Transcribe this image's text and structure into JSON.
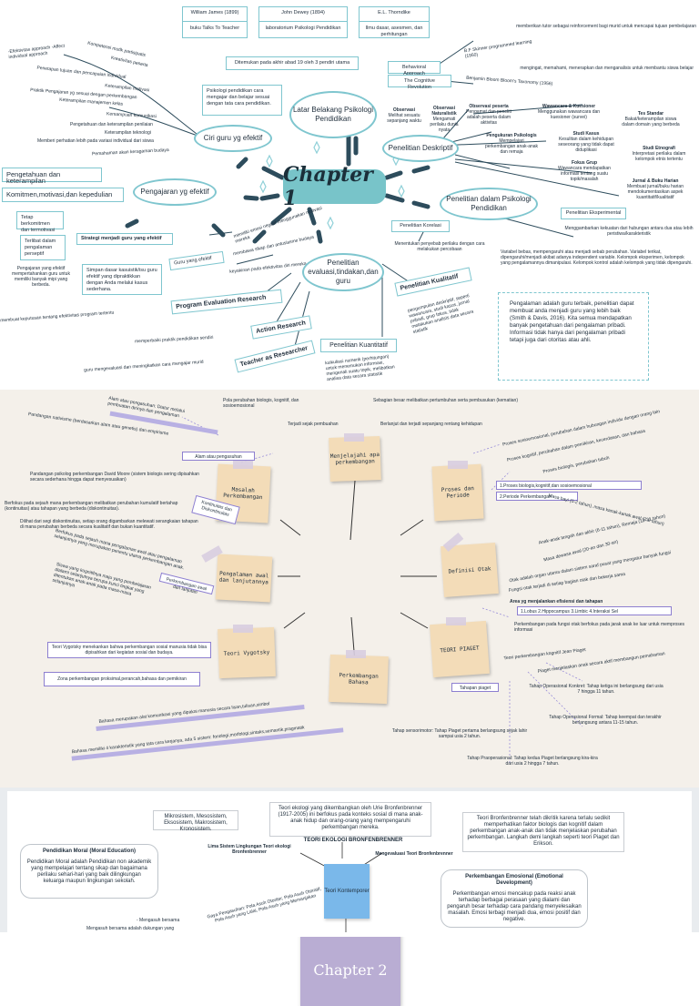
{
  "s1": {
    "chapter": "Chapter 1",
    "top_boxes": [
      {
        "name": "William James (1899)",
        "desc": "buku Talks To Teacher"
      },
      {
        "name": "John Dewey (1894)",
        "desc": "laboratorium Psikologi Pendidikan"
      },
      {
        "name": "E.L. Thorndike",
        "desc": "Ilmu dasar, asesmen, dan perhitungan"
      }
    ],
    "founders_caption": "Ditemukan pada akhir abad 19 oleh 3 pendiri utama",
    "latar": "Latar Belakang Psikologi Pendidikan",
    "psikologi_box": "Psikologi pendidikan cara mengajar dan belajar sesuai dengan tata cara pendidikan.",
    "ciri": "Ciri guru yg efektif",
    "ciri_items": [
      "-Efektivitas approach -Affect individual approach",
      "Kompetensi mutlk partisipatis",
      "Kreativitas peserta",
      "Keterampilan komunikasi",
      "Penetapan tujuan dan pencapaian individual",
      "Keterampilan motivasi",
      "Praktik Pengajaran yg sesuai dengan perkembangan",
      "Keterampilan manajemen kelas",
      "Kemampuan komunikasi",
      "Pengetahuan dan keterampilan penilaian",
      "Keterampilan teknologi",
      "Memberi perhatian lebih pada variasi individual dari siswa",
      "Pemahaman akan keragaman budaya"
    ],
    "behavioral": "Behavioral Approach",
    "cognitive": "The Cognitive Revolution",
    "right_top": [
      "memberikan tutor sebagai reinforcement bagi murid untuk mencapai tujuan pembelajaran",
      "B.F Skinner programmed learning (1950)",
      "mengingat, memahami, menerapkan dan menganalisis untuk membantu siswa belajar",
      "Benjamin Bloom Bloom's Taxonomy (1956)"
    ],
    "penelitian_deskriptif": "Penelitian Deskriptif",
    "observasi": [
      {
        "h": "Observasi",
        "d": "Melihat sesuatu sepanjang waktu"
      },
      {
        "h": "Observasi Naturalistik",
        "d": "Mengamati perilaku dunia nyata"
      },
      {
        "h": "Observasi peserta",
        "d": "Pengamat dan peneliti adalah peserta dalam aktivitas"
      }
    ],
    "wawancara": {
      "h": "Wawancara & Kuesioner",
      "d": "Menggunakan wawancara dan kuesioner (survei)"
    },
    "tes": {
      "h": "Tes Standar",
      "d": "Bakat/keterampilan siswa dalam domain yang berbeda"
    },
    "pengukuran": {
      "h": "Pengukuran Psikologis",
      "d": "Mempelajari perkembangan anak-anak dan remaja"
    },
    "studi_kasus": {
      "h": "Studi Kasus",
      "d": "Kesulitan dalam kehidupan seseorang yang tidak dapat diduplikasi"
    },
    "etnografi": {
      "h": "Studi Etnografi",
      "d": "Interpretasi perilaku dalam kelompok etnis tertentu"
    },
    "fokus": {
      "h": "Fokus Grup",
      "d": "Wawancara mendapatkan informasi tentang suatu topik/masalah"
    },
    "jurnal": {
      "h": "Jurnal & Buku Harian",
      "d": "Membuat jurnal/buku harian mendokumentasikan aspek kuantitatif/kualitatif"
    },
    "penelitian_psikologi": "Penelitian dalam Psikologi Pendidikan",
    "eksperimental": "Penelitian Eksperimental",
    "eksp_desc": "Menggambarkan kekuatan dari hubungan antara dua atau lebih peristiwa/karakteristik",
    "korelasi": "Penelitian Korelasi",
    "korelasi_desc": "Menentukan penyebab perilaku dengan cara melakukan percobaan",
    "variabel_text": "Variabel bebas, mempengaruhi atau menjadi sebab perubahan. Variabel terikat, dipengaruhi/menjadi akibat adanya independent variable. Kelompok eksperimen, kelompok yang pengalamannya dimanipulasi. Kelompok kontrol adalah kelompok yang tidak dipengaruhi.",
    "pengetahuan": "Pengetahuan dan keterampilan",
    "komitmen": "Komitmen,motivasi,dan kepedulian",
    "pengajaran": "Pengajaran yg efektif",
    "strategi": "Strategi menjadi guru yang efektif",
    "strategi_items": [
      "Tetap berkomitmen dan termotivasi",
      "Terlibat dalam pengalaman perseptif",
      "Pengajaran yang efektif mempertahankan guru untuk memiliki banyak mipi yang berbeda.",
      "Simpan dasar kasuistik/isu guru efektif yang dipraktikkan dengan Anda melalui kasus sederhana."
    ],
    "guru_efektif": "Guru yang efektif",
    "guru_items": [
      "memiliki emosi negatif menggunakan motivasi mereka",
      "membawa sikap dan antusiasme budaya",
      "keyakinan pada efektivitas diri mereka sendiri"
    ],
    "evaluasi": "Penelitian evaluasi,tindakan,dan guru",
    "program_eval": "Program Evaluation Research",
    "program_desc": "membuat keputusan tentang efektivitas program tertentu",
    "action": "Action Research",
    "action_desc": "memperbaiki praktik pendidikan sendiri",
    "teacher": "Teacher as Researcher",
    "teacher_desc": "guru mengevaluasi dan meningkatkan cara mengajar murid",
    "kualitatif": "Penelitian Kualitatif",
    "kualitatif_desc": "pengumpulan deskriptif, seperti wawancara, studi kasus, jurnal pribadi, grup fokus, tidak melakukan analisis data secara statistik",
    "kuantitatif": "Penelitian Kuantitatif",
    "kuantitatif_desc": "kuikuliasi numerik (perhitungan) untuk menemukan informasi, mengenali suatu topik, melibatkan analisa data secara statistik",
    "quote": "Pengalaman adalah guru terbaik, penelitian dapat membuat anda menjadi guru yang lebih baik (Smith & Davis, 2016). Kita semua mendapatkan banyak pengetahuan dari pengalaman pribadi. Informasi tidak hanya dari pengalaman pribadi tetapi juga dari otoritas atau ahli."
  },
  "s2": {
    "chapter": "Chapter 2",
    "notes": [
      {
        "key": "menjelajahi",
        "text": "Menjelajahi apa perkembangan"
      },
      {
        "key": "masalah",
        "text": "Masalah Perkembangan"
      },
      {
        "key": "proses",
        "text": "Proses dan Periode"
      },
      {
        "key": "pengalaman",
        "text": "Pengalaman awal dan lanjutannya"
      },
      {
        "key": "definisi",
        "text": "Definisi Otak"
      },
      {
        "key": "vygotsky",
        "text": "Teori Vygotsky"
      },
      {
        "key": "piaget",
        "text": "TEORI PIAGET"
      },
      {
        "key": "bahasa",
        "text": "Perkembangan Bahasa"
      }
    ],
    "top_labels": [
      "Pola perubahan biologis, kognitif, dan sosioemosional",
      "Sebagian besar melibatkan pertumbuhan serta pembusukan (kematian)",
      "Terjadi sejak pembuahan",
      "Berlanjut dan terjadi sepanjang rentang kehidupan"
    ],
    "left_labels": [
      "Alam atau pengasuhan: Diatur melalui pembuatan dirinya dan pengalaman",
      "Pandangan nativisme (berdasarkan alam atau genetis) dan empirisme",
      "Pandangan psikolog perkembangan David Moore (sistem biologis sering dipisahkan secara sederhana hingga dapat menyesuaikan)",
      "Berfokus pada sejauh mana perkembangan melibatkan perubahan kumulatif bertahap (kontinuitas) atau tahapan yang berbeda (diskontinuitas).",
      "Dilihat dari segi diskontinuitas, setiap orang digambarkan melewati serangkaian tahapan di mana perubahan berbeda secara kualitatif dan bukan kuantitatif.",
      "Berfokus pada sejauh mana pengalaman awal atau pengalaman selanjutnya yang merupakan penentu utama perkembangan anak.",
      "Siswa yang kognitifnya maju yang pembelajaran dialami selanjutnya berupa kunci tingkat yang ditentukan anak-anak pada masa-masa selanjutnya",
      "Teori Vygotsky menekankan bahwa perkembangan sosial manusia tidak bisa dipisahkan dari kegiatan sosial dan budaya.",
      "Zona perkembangan proksimal,perancah,bahasa dan pemikiran"
    ],
    "small_boxes": [
      "Alam atau pengasuhan",
      "Kontinuitas dan Diskontinuitas",
      "Perkembangan awal dan lanjutan"
    ],
    "right_labels": [
      "Proses sosioemosional, perubahan dalam hubungan individu dengan orang lain",
      "Proses kognitif, perubahan dalam pemikiran, kecerdasan, dan bahasa",
      "Proses biologis, perubahan tubuh",
      "1.Proses biologis,kognitif,dan sosioemosional",
      "2.Periode Perkembangan",
      "Masa bayi (0-2 tahun), masa kanak-kanak awal (2-6 tahun)",
      "Anak-anak tengah dan akhir (6-11 tahun), Remaja (12-21 tahun)",
      "Masa dewasa awal (20-an dan 30-an)",
      "Otak adalah organ utama dalam sistem saraf pusat yang mengatur banyak fungsi",
      "Fungsi otak terjadi di setiap bagian otak dan bekerja sama",
      "Area yg menjalankan efisiensi dan tahapan",
      "1.Lobus 2.Hippocampus 3.Limbic 4.Interaksi Sel",
      "Perkembangan pada fungsi otak berfokus pada jarak anak ke luar untuk memproses informasi",
      "Teori perkembangan kognitif Jean Piaget",
      "Piaget menjelaskan anak secara aktif membangun pemahaman",
      "Tahapan piaget",
      "Tahap Operasional Konkret: Tahap ketiga ini berlangsung dari usia 7 hingga 11 tahun.",
      "Tahap Operasional Formal: Tahap keempat dan terakhir berlangsung antara 11-15 tahun.",
      "Tahap sensorimotor: Tahap Piaget pertama berlangsung sejak lahir sampai usia 2 tahun.",
      "Tahap Praoperasional: Tahap kedua Piaget berlangsung kira-kira dari usia 2 hingga 7 tahun."
    ],
    "bottom_labels": [
      "Bahasa merupakan alat komunikasi yang dipakai manusia secara lisan,tulisan,simbol",
      "Bahasa memiliki 4 karakteristik yang tata cara kerjanya, ada 5 sistem: fonologi,morfologi,sintaks,semantik,pragmatik"
    ]
  },
  "s3": {
    "bronf_text": "Teori ekologi yang dikembangkan oleh Urie Bronfenbrenner (1917-2005) ini berfokus pada konteks sosial di mana anak-anak hidup dan orang-orang yang mempengaruhi perkembangan mereka.",
    "systems": "Mikrosistem, Mesosistem, Eksosistem, Makrosistem, Kronosistem.",
    "right_text": "Teori Bronfenbrenner telah dikritik karena terlalu sedikit memperhatikan faktor biologis dan kognitif dalam perkembangan anak-anak dan tidak menjelaskan perubahan perkembangan. Langkah demi langkah seperti teori Piaget dan Erikson.",
    "title": "TEORI EKOLOGI BRONFENBRENNER",
    "lima": "Lima Sistem Lingkungan Teori ekologi Bronfenbrenner",
    "mengevaluasi": "Mengevaluasi Teori Bronfenbrenner",
    "moral": {
      "h": "Pendidikan Moral (Moral Education)",
      "d": "Pendidikan Moral adalah Pendidikan non akademik yang mempelajari tentang sikap dan bagaimana perilaku sehari-hari yang baik dilingkungan keluarga maupun lingkungan sekolah."
    },
    "emosional": {
      "h": "Perkembangan Emosional (Emotional Development)",
      "d": "Perkembangan emosi mencakup pada reaksi anak terhadap berbagai perasaan yang dialami dan pengaruh besar terhadap cara pandang menyelesaikan masalah. Emosi terbagi menjadi dua, emosi positif dan negative."
    },
    "center_note": "Teori Kontemporer",
    "gaya": "Gaya Pengasuhan: Pola Asuh Otoriter, Pola Asuh Otoratif, Pola Asuh yang Lalai, Pola Asuh yang Memanjakan",
    "mengasuh": "- Mengasuh bersama",
    "mengasuh2": "Mengasuh bersama adalah dukungan yang"
  }
}
